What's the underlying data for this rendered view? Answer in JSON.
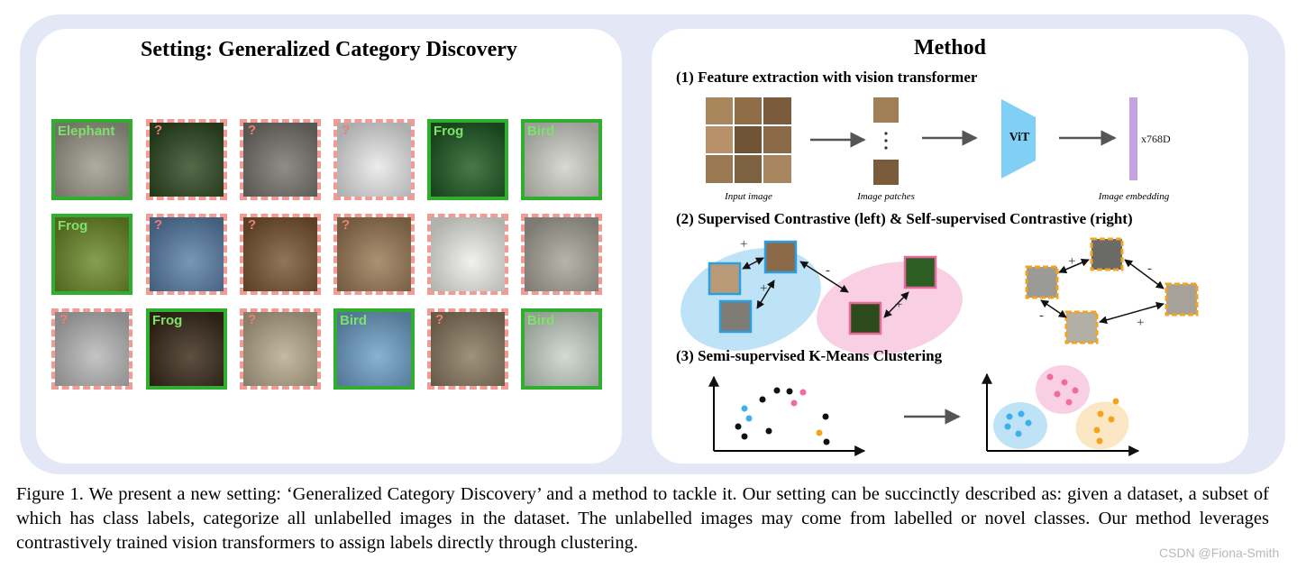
{
  "left_panel": {
    "title": "Setting: Generalized Category Discovery",
    "tiles": [
      {
        "label": "Elephant",
        "labelled": true,
        "subject": "elephant-on-road",
        "bg": "#9e9a8c"
      },
      {
        "label": "?",
        "labelled": false,
        "subject": "hummingbird-green",
        "bg": "#2f4a22"
      },
      {
        "label": "?",
        "labelled": false,
        "subject": "elephant-skin-closeup",
        "bg": "#76746e"
      },
      {
        "label": "?",
        "labelled": false,
        "subject": "hummingbird-pink",
        "bg": "#e8e8ea"
      },
      {
        "label": "Frog",
        "labelled": true,
        "subject": "tree-frog-on-leaf",
        "bg": "#1f5a23"
      },
      {
        "label": "Bird",
        "labelled": true,
        "subject": "hummingbird-on-leaf",
        "bg": "#cfd2c8"
      },
      {
        "label": "Frog",
        "labelled": true,
        "subject": "frog-on-branch",
        "bg": "#6c8a2a"
      },
      {
        "label": "?",
        "labelled": false,
        "subject": "tiger-in-water",
        "bg": "#5a7fa8"
      },
      {
        "label": "?",
        "labelled": false,
        "subject": "tiger-on-tree",
        "bg": "#7a5634"
      },
      {
        "label": "?",
        "labelled": false,
        "subject": "elephant-head",
        "bg": "#9a7a56"
      },
      {
        "label": "",
        "labelled": false,
        "subject": "sleeping-puppy",
        "bg": "#eeeeea"
      },
      {
        "label": "",
        "labelled": false,
        "subject": "grey-cat-face",
        "bg": "#a8a49a"
      },
      {
        "label": "?",
        "labelled": false,
        "subject": "kitten-lying",
        "bg": "#b8b8b8"
      },
      {
        "label": "Frog",
        "labelled": true,
        "subject": "red-eyed-tree-frog",
        "bg": "#3a2a1a"
      },
      {
        "label": "?",
        "labelled": false,
        "subject": "elephant-savanna",
        "bg": "#b8aa8e"
      },
      {
        "label": "Bird",
        "labelled": true,
        "subject": "hummingbird-flying",
        "bg": "#6fa0c8"
      },
      {
        "label": "?",
        "labelled": false,
        "subject": "elephant-walking",
        "bg": "#8a7a60"
      },
      {
        "label": "Bird",
        "labelled": true,
        "subject": "hummingbird-perched",
        "bg": "#c8d4c8"
      }
    ]
  },
  "right_panel": {
    "title": "Method",
    "step1": {
      "title": "(1) Feature extraction with vision transformer",
      "captions": [
        "Input image",
        "Image patches",
        "Image embedding"
      ],
      "vit_label": "ViT",
      "dim_label": "x768D"
    },
    "step2": {
      "title": "(2) Supervised Contrastive (left) & Self-supervised Contrastive (right)",
      "signs": [
        "+",
        "+",
        "-",
        "+",
        "+",
        "-",
        "-",
        "+"
      ]
    },
    "step3": {
      "title": "(3) Semi-supervised K-Means Clustering"
    }
  },
  "caption": "Figure 1. We present a new setting: ‘Generalized Category Discovery’ and a method to tackle it. Our setting can be succinctly described as: given a dataset, a subset of which has class labels, categorize all unlabelled images in the dataset. The unlabelled images may come from labelled or novel classes. Our method leverages contrastively trained vision transformers to assign labels directly through clustering.",
  "watermark": "CSDN @Fiona-Smith",
  "colors": {
    "labelled_border": "#2fae2f",
    "unlabelled_border": "#f29a94",
    "label_text": "#7ee26a",
    "question_mark": "#f07e74",
    "vit": "#7fd0f4",
    "embedding": "#c4a3e0",
    "blue_cluster": "#bfe3f6",
    "pink_cluster": "#f8cfe3",
    "orange_cluster": "#fbe7c4"
  }
}
